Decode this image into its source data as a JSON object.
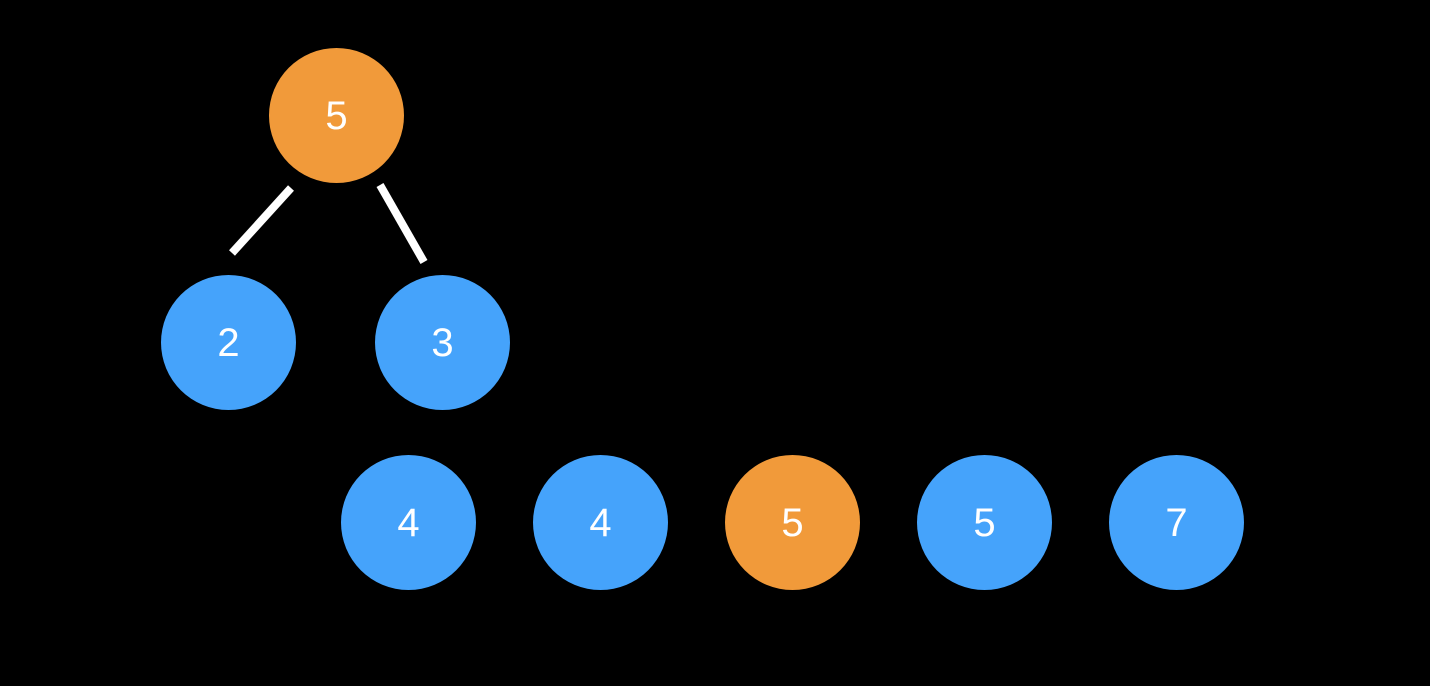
{
  "colors": {
    "background": "#000000",
    "highlight": "#f19a3a",
    "normal": "#45a3fb",
    "text": "#ffffff",
    "edge": "#ffffff"
  },
  "tree": {
    "root": {
      "value": "5",
      "state": "highlight"
    },
    "left": {
      "value": "2",
      "state": "normal"
    },
    "right": {
      "value": "3",
      "state": "normal"
    }
  },
  "array": [
    {
      "value": "4",
      "state": "normal"
    },
    {
      "value": "4",
      "state": "normal"
    },
    {
      "value": "5",
      "state": "highlight"
    },
    {
      "value": "5",
      "state": "normal"
    },
    {
      "value": "7",
      "state": "normal"
    }
  ]
}
